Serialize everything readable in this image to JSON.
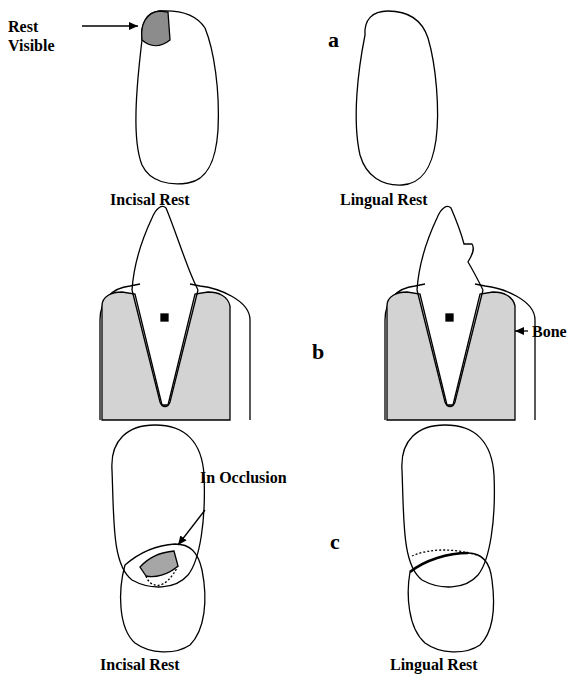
{
  "diagram": {
    "labels": [
      "Rest Visible",
      "a",
      "Incisal Rest",
      "Lingual Rest",
      "b",
      "Bone",
      "In Occlusion",
      "c",
      "Incisal Rest",
      "Lingual Rest"
    ]
  }
}
